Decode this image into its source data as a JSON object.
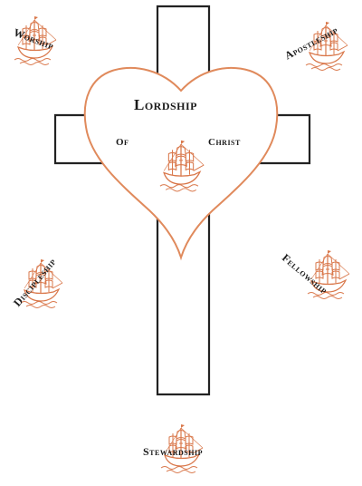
{
  "center": {
    "title": "Lordship",
    "left": "Of",
    "right": "Christ"
  },
  "labels": {
    "worship": "Worship",
    "apostleship": "Apostleship",
    "discipleship": "Discipleship",
    "fellowship": "Fellowship",
    "stewardship": "Stewardship"
  },
  "colors": {
    "cross_stroke": "#222222",
    "heart_stroke": "#e08a5c",
    "ship": "#d9774a",
    "text": "#1a1a1a"
  },
  "icons": {
    "ship": "sailing-ship-icon"
  }
}
